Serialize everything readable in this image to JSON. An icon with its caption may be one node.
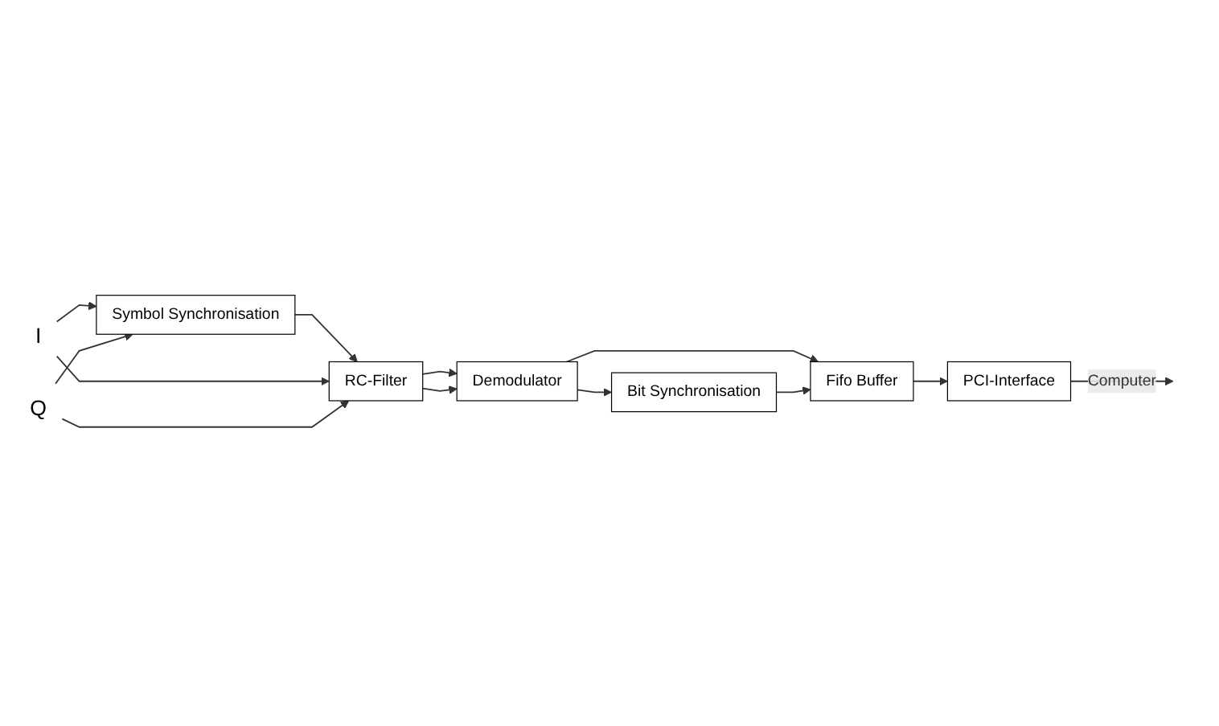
{
  "diagram": {
    "nodes": [
      {
        "text": [
          "Symbol Synchronisation"
        ]
      },
      {
        "text": [
          "I"
        ]
      },
      {
        "text": [
          "Q"
        ]
      },
      {
        "text": [
          "RC-Filter"
        ]
      },
      {
        "text": [
          "Demodulator"
        ]
      },
      {
        "text": [
          "Fifo Buffer"
        ]
      },
      {
        "text": [
          "PCI-Interface"
        ]
      },
      {
        "text": [
          "Bit Synchronisation"
        ]
      }
    ],
    "edges": [
      {
        "from": 1,
        "to": 0,
        "arrow": "to"
      },
      {
        "from": 2,
        "to": 0,
        "arrow": "to"
      },
      {
        "from": 0,
        "to": 3,
        "arrow": "to"
      },
      {
        "from": 1,
        "to": 3,
        "arrow": "to"
      },
      {
        "from": 2,
        "to": 3,
        "arrow": "to"
      },
      {
        "from": 3,
        "to": 4,
        "arrow": "to"
      },
      {
        "from": 3,
        "to": 4,
        "arrow": "to"
      },
      {
        "from": 4,
        "to": 5,
        "arrow": "to"
      },
      {
        "from": 4,
        "to": 7,
        "arrow": "to"
      },
      {
        "from": 7,
        "to": 5,
        "arrow": "to"
      },
      {
        "from": 5,
        "to": 6,
        "arrow": "to"
      },
      {
        "from": 6,
        "to": null,
        "arrow": "to",
        "label": "Computer"
      }
    ]
  }
}
